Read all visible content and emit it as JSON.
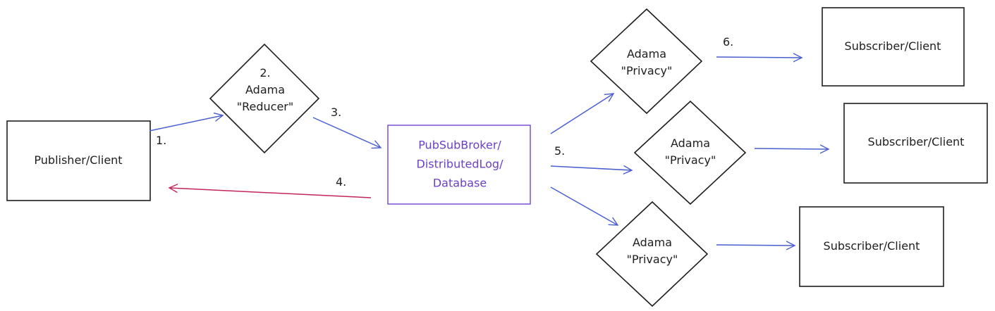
{
  "colors": {
    "ink": "#1e1e1e",
    "flow_arrow": "#4a5fcf",
    "return_arrow": "#c2255c",
    "broker_accent": "#7b4fd6"
  },
  "nodes": {
    "publisher": {
      "label": "Publisher/Client"
    },
    "reducer": {
      "lines": [
        "2.",
        "Adama",
        "\"Reducer\""
      ]
    },
    "broker": {
      "lines": [
        "PubSubBroker/",
        "DistributedLog/",
        "Database"
      ]
    },
    "privacy": [
      {
        "lines": [
          "Adama",
          "\"Privacy\""
        ]
      },
      {
        "lines": [
          "Adama",
          "\"Privacy\""
        ]
      },
      {
        "lines": [
          "Adama",
          "\"Privacy\""
        ]
      }
    ],
    "subscribers": [
      {
        "label": "Subscriber/Client"
      },
      {
        "label": "Subscriber/Client"
      },
      {
        "label": "Subscriber/Client"
      }
    ]
  },
  "step_labels": {
    "publish": "1.",
    "to_broker": "3.",
    "return_to_publisher": "4.",
    "fan_out": "5.",
    "deliver": "6."
  }
}
